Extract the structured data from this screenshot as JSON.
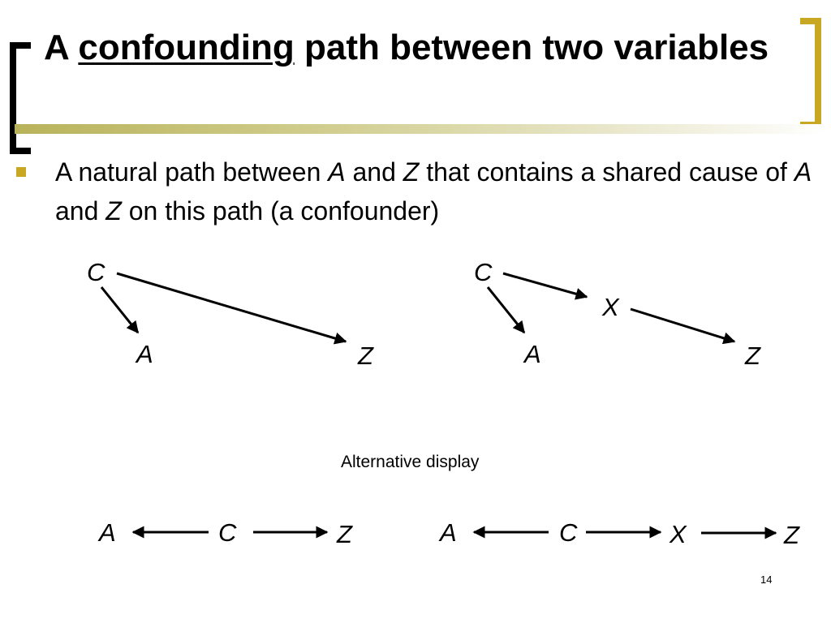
{
  "slide": {
    "title_pre": "A ",
    "title_em": "confounding",
    "title_post": " path between two variables",
    "bullet": {
      "t1": "A natural path between ",
      "v1": "A",
      "t2": " and ",
      "v2": "Z",
      "t3": " that contains a shared cause of ",
      "v3": "A",
      "t4": " and ",
      "v4": "Z",
      "t5": " on this path (a confounder)"
    },
    "alt_caption": "Alternative display",
    "page_number": "14"
  },
  "diagrams": {
    "top_left": {
      "nodes": [
        "C",
        "A",
        "Z"
      ]
    },
    "top_right": {
      "nodes": [
        "C",
        "X",
        "A",
        "Z"
      ]
    },
    "bottom_left": {
      "nodes": [
        "A",
        "C",
        "Z"
      ]
    },
    "bottom_right": {
      "nodes": [
        "A",
        "C",
        "X",
        "Z"
      ]
    }
  },
  "colors": {
    "bracket_left": "#000000",
    "bracket_right": "#c8a822",
    "bullet": "#c8a822",
    "rule": "#b8b35a"
  }
}
